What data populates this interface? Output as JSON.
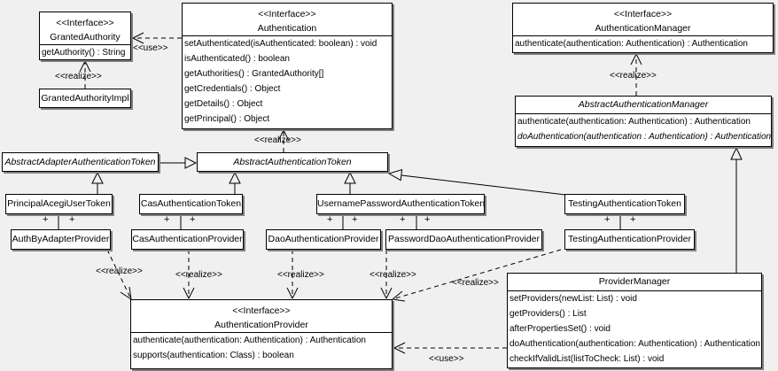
{
  "stereotypes": {
    "realize": "<<realize>>",
    "use": "<<use>>",
    "plus": "+"
  },
  "classes": {
    "granted_authority": {
      "stereotype": "<<Interface>>",
      "name": "GrantedAuthority",
      "methods": [
        "getAuthority() : String"
      ]
    },
    "granted_authority_impl": {
      "name": "GrantedAuthorityImpl"
    },
    "authentication": {
      "stereotype": "<<Interface>>",
      "name": "Authentication",
      "methods": [
        "setAuthenticated(isAuthenticated: boolean) : void",
        "isAuthenticated() : boolean",
        "getAuthorities() : GrantedAuthority[]",
        "getCredentials() : Object",
        "getDetails() : Object",
        "getPrincipal() : Object"
      ]
    },
    "authentication_manager": {
      "stereotype": "<<Interface>>",
      "name": "AuthenticationManager",
      "methods": [
        "authenticate(authentication: Authentication) : Authentication"
      ]
    },
    "abstract_authentication_manager": {
      "name": "AbstractAuthenticationManager",
      "methods": [
        "authenticate(authentication: Authentication) : Authentication",
        "doAuthentication(authentication : Authentication) : Authentication"
      ]
    },
    "abstract_adapter_authentication_token": {
      "name": "AbstractAdapterAuthenticationToken"
    },
    "abstract_authentication_token": {
      "name": "AbstractAuthenticationToken"
    },
    "principal_acegi_user_token": {
      "name": "PrincipalAcegiUserToken"
    },
    "cas_authentication_token": {
      "name": "CasAuthenticationToken"
    },
    "username_password_authentication_token": {
      "name": "UsernamePasswordAuthenticationToken"
    },
    "testing_authentication_token": {
      "name": "TestingAuthenticationToken"
    },
    "auth_by_adapter_provider": {
      "name": "AuthByAdapterProvider"
    },
    "cas_authentication_provider": {
      "name": "CasAuthenticationProvider"
    },
    "dao_authentication_provider": {
      "name": "DaoAuthenticationProvider"
    },
    "password_dao_authentication_provider": {
      "name": "PasswordDaoAuthenticationProvider"
    },
    "testing_authentication_provider": {
      "name": "TestingAuthenticationProvider"
    },
    "authentication_provider": {
      "stereotype": "<<Interface>>",
      "name": "AuthenticationProvider",
      "methods": [
        "authenticate(authentication: Authentication) : Authentication",
        "supports(authentication: Class) : boolean"
      ]
    },
    "provider_manager": {
      "name": "ProviderManager",
      "methods": [
        "setProviders(newList: List) : void",
        "getProviders() : List",
        "afterPropertiesSet() : void",
        "doAuthentication(authentication: Authentication) : Authentication",
        "checkIfValidList(listToCheck: List) : void"
      ]
    }
  }
}
